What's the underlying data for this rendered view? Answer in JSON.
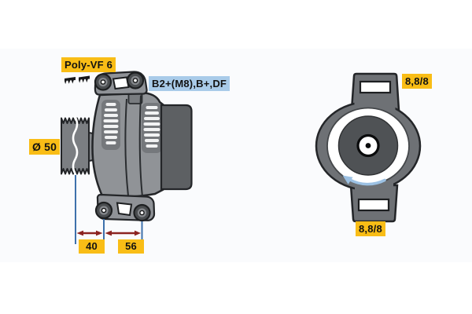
{
  "diagram": {
    "side_view": {
      "belt_label": "Poly-VF 6",
      "terminal_label": "B2+(M8),B+,DF",
      "pulley_diameter_label": "Ø 50",
      "dimension_labels": [
        "40",
        "56"
      ]
    },
    "rear_view": {
      "bolt_spec_top": "8,8/8",
      "bolt_spec_bottom": "8,8/8"
    },
    "icons": {
      "belt_profile": "poly-v-belt-profile-icon",
      "rotation": "counterclockwise-rotation-arrow-icon"
    }
  },
  "colors": {
    "label_yellow_bg": "#f9bd16",
    "label_blue_bg": "#a9cbe9",
    "dimension_line_blue": "#3e71ac",
    "dimension_arrow_red": "#8c2421",
    "rotation_arrow_blue": "#9cc1e3"
  }
}
